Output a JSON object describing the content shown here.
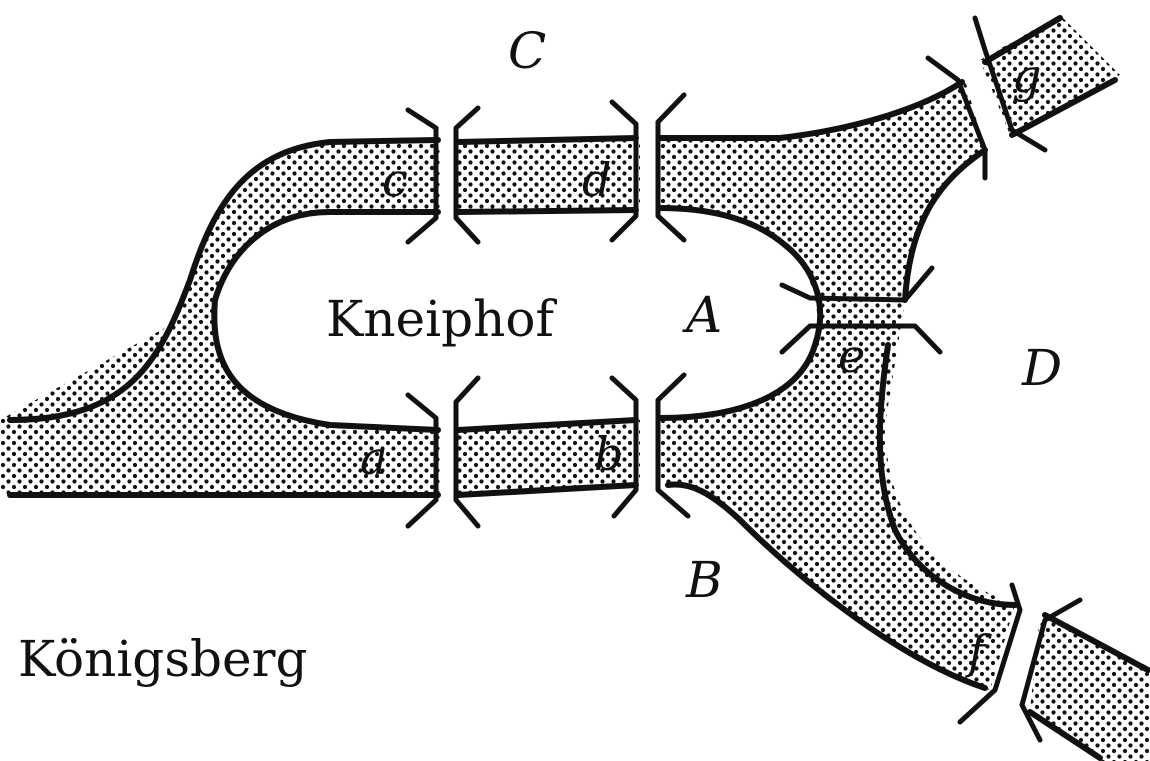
{
  "labels": {
    "city": "Königsberg",
    "island": "Kneiphof",
    "regions": {
      "A": "A",
      "B": "B",
      "C": "C",
      "D": "D"
    },
    "bridges": {
      "a": "a",
      "b": "b",
      "c": "c",
      "d": "d",
      "e": "e",
      "f": "f",
      "g": "g"
    }
  },
  "colors": {
    "ink": "#111111",
    "background": "#ffffff",
    "water_dots": "#111111"
  }
}
